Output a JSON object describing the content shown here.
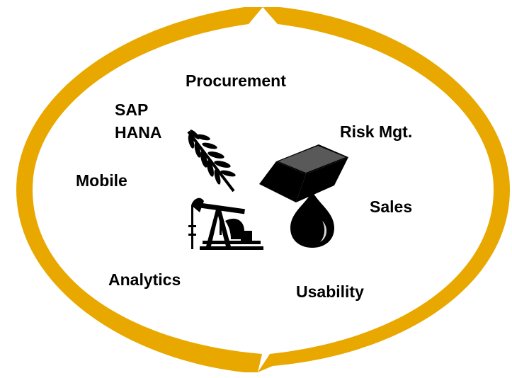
{
  "colors": {
    "ring": "#E8A800",
    "icon": "#000000",
    "background": "#FFFFFF"
  },
  "labels": {
    "procurement": "Procurement",
    "sap": "SAP",
    "hana": "HANA",
    "risk_mgt": "Risk Mgt.",
    "mobile": "Mobile",
    "sales": "Sales",
    "analytics": "Analytics",
    "usability": "Usability"
  },
  "icons": [
    "wheat-icon",
    "gold-bar-icon",
    "oil-pump-icon",
    "oil-drop-icon"
  ]
}
